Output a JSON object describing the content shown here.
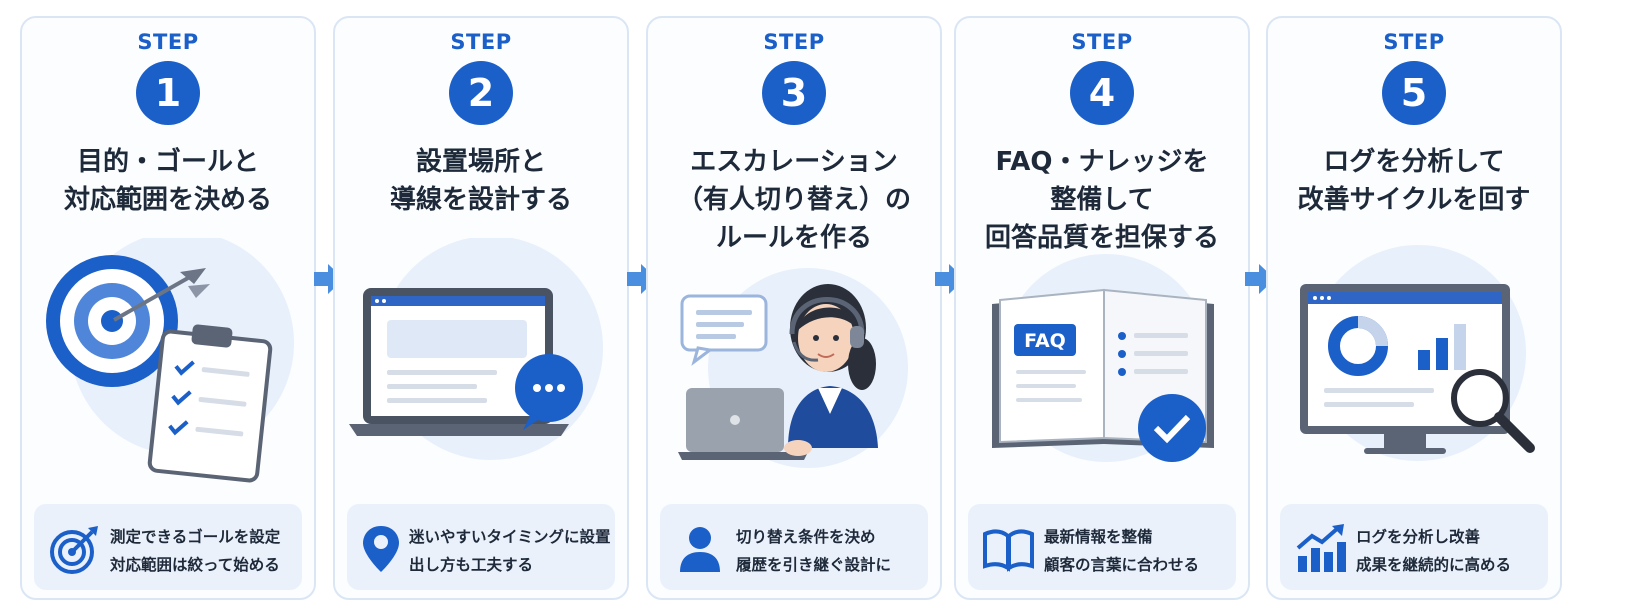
{
  "accent_color": "#1b5fc9",
  "steps": [
    {
      "label": "STEP",
      "number": "1",
      "title_lines": [
        "目的・ゴールと",
        "対応範囲を決める"
      ],
      "illustration": "target-and-checklist",
      "bottom_icon": "target-icon",
      "bottom_lines": [
        "測定できるゴールを設定",
        "対応範囲は絞って始める"
      ]
    },
    {
      "label": "STEP",
      "number": "2",
      "title_lines": [
        "設置場所と",
        "導線を設計する"
      ],
      "illustration": "laptop-with-chat-bubble",
      "bottom_icon": "location-pin-icon",
      "bottom_lines": [
        "迷いやすいタイミングに設置",
        "出し方も工夫する"
      ]
    },
    {
      "label": "STEP",
      "number": "3",
      "title_lines": [
        "エスカレーション",
        "（有人切り替え）の",
        "ルールを作る"
      ],
      "illustration": "operator-with-headset",
      "bottom_icon": "person-icon",
      "bottom_lines": [
        "切り替え条件を決め",
        "履歴を引き継ぐ設計に"
      ]
    },
    {
      "label": "STEP",
      "number": "4",
      "title_lines": [
        "FAQ・ナレッジを",
        "整備して",
        "回答品質を担保する"
      ],
      "illustration": "faq-book-with-check",
      "faq_badge": "FAQ",
      "bottom_icon": "book-icon",
      "bottom_lines": [
        "最新情報を整備",
        "顧客の言葉に合わせる"
      ]
    },
    {
      "label": "STEP",
      "number": "5",
      "title_lines": [
        "ログを分析して",
        "改善サイクルを回す"
      ],
      "illustration": "dashboard-with-magnifier",
      "bottom_icon": "growth-chart-icon",
      "bottom_lines": [
        "ログを分析し改善",
        "成果を継続的に高める"
      ]
    }
  ]
}
